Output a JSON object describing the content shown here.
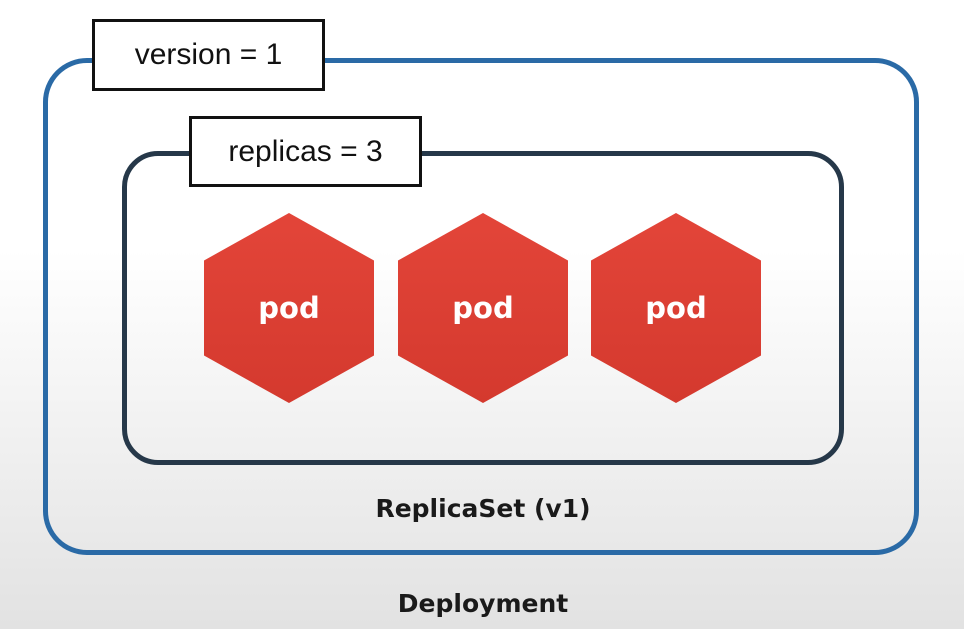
{
  "deployment": {
    "caption": "Deployment",
    "label": "version = 1",
    "border_color": "#2a6aa6"
  },
  "replicaset": {
    "caption": "ReplicaSet (v1)",
    "label": "replicas = 3",
    "border_color": "#263849"
  },
  "pods": [
    {
      "label": "pod"
    },
    {
      "label": "pod"
    },
    {
      "label": "pod"
    }
  ],
  "pod_color": "#de4236"
}
